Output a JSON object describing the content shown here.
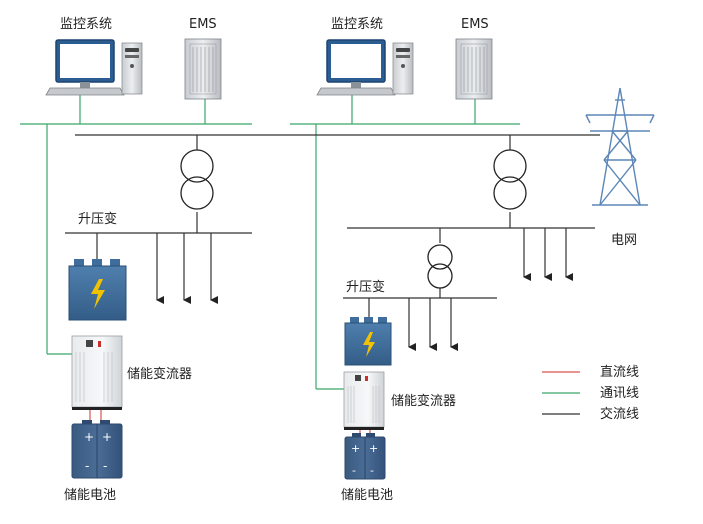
{
  "labels": {
    "monitor_left": "监控系统",
    "ems_left": "EMS",
    "monitor_right": "监控系统",
    "ems_right": "EMS",
    "boost_left": "升压变",
    "boost_right": "升压变",
    "grid": "电网",
    "pcs_left": "储能变流器",
    "pcs_right": "储能变流器",
    "battery_left": "储能电池",
    "battery_right": "储能电池"
  },
  "legend": [
    {
      "label": "直流线",
      "color": "#d9534f"
    },
    {
      "label": "通讯线",
      "color": "#3aa66a"
    },
    {
      "label": "交流线",
      "color": "#333333"
    }
  ],
  "colors": {
    "comm": "#3aa66a",
    "ac": "#333333",
    "dc": "#d9534f",
    "transformer_body": "#3f6e9c",
    "battery_body": "#3f5f86",
    "tower": "#5b86b8",
    "accent": "#f2c200"
  }
}
